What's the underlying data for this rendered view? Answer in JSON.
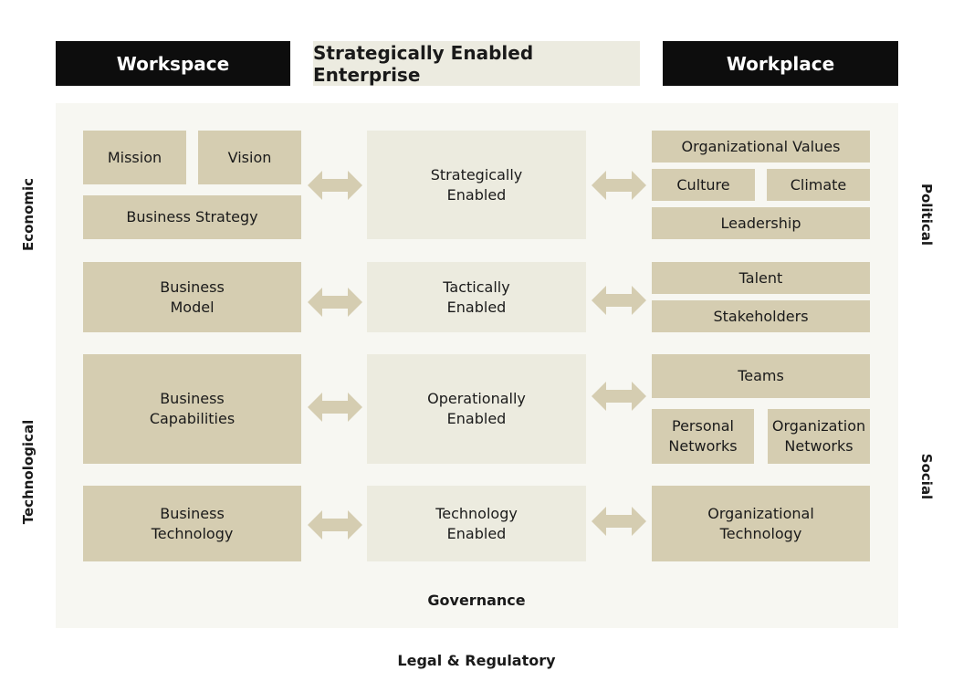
{
  "headers": {
    "left": "Workspace",
    "center": "Strategically Enabled Enterprise",
    "right": "Workplace"
  },
  "left_column": {
    "mission": "Mission",
    "vision": "Vision",
    "business_strategy": "Business Strategy",
    "business_model": "Business\nModel",
    "business_capabilities": "Business\nCapabilities",
    "business_technology": "Business\nTechnology"
  },
  "center_column": {
    "strategically_enabled": "Strategically\nEnabled",
    "tactically_enabled": "Tactically\nEnabled",
    "operationally_enabled": "Operationally\nEnabled",
    "technology_enabled": "Technology\nEnabled"
  },
  "right_column": {
    "organizational_values": "Organizational Values",
    "culture": "Culture",
    "climate": "Climate",
    "leadership": "Leadership",
    "talent": "Talent",
    "stakeholders": "Stakeholders",
    "teams": "Teams",
    "personal_networks": "Personal\nNetworks",
    "organization_networks": "Organization\nNetworks",
    "organizational_technology": "Organizational\nTechnology"
  },
  "side_labels": {
    "economic": "Economic",
    "technological": "Technological",
    "political": "Political",
    "social": "Social"
  },
  "bottom": {
    "governance": "Governance",
    "legal_regulatory": "Legal & Regulatory"
  },
  "colors": {
    "header_dark": "#0d0d0d",
    "header_light": "#ecebe0",
    "box_dark": "#d5cdb1",
    "box_light": "#ecebdf",
    "panel": "#f7f7f2",
    "arrow": "#d5cdb1"
  }
}
